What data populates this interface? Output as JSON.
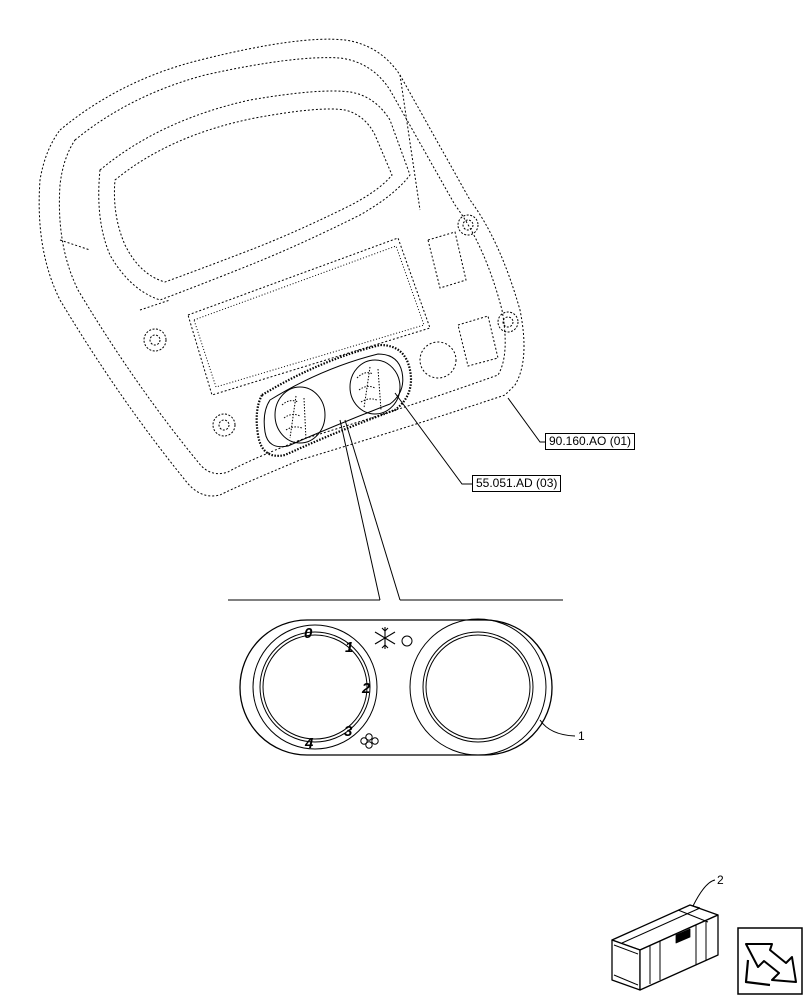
{
  "references": [
    {
      "id": "ref-90160",
      "label": "90.160.AO (01)"
    },
    {
      "id": "ref-55051",
      "label": "55.051.AD (03)"
    }
  ],
  "callouts": [
    {
      "id": "callout-1",
      "label": "1"
    },
    {
      "id": "callout-2",
      "label": "2"
    }
  ],
  "dial_numbers": [
    "0",
    "1",
    "2",
    "3",
    "4"
  ],
  "icons": {
    "cold": "snowflake-icon",
    "fan": "fan-icon",
    "indicator": "indicator-lamp-icon",
    "kit": "kit-box-icon",
    "navigation": "return-arrow-icon"
  },
  "colors": {
    "line": "#000000",
    "background": "#ffffff"
  }
}
